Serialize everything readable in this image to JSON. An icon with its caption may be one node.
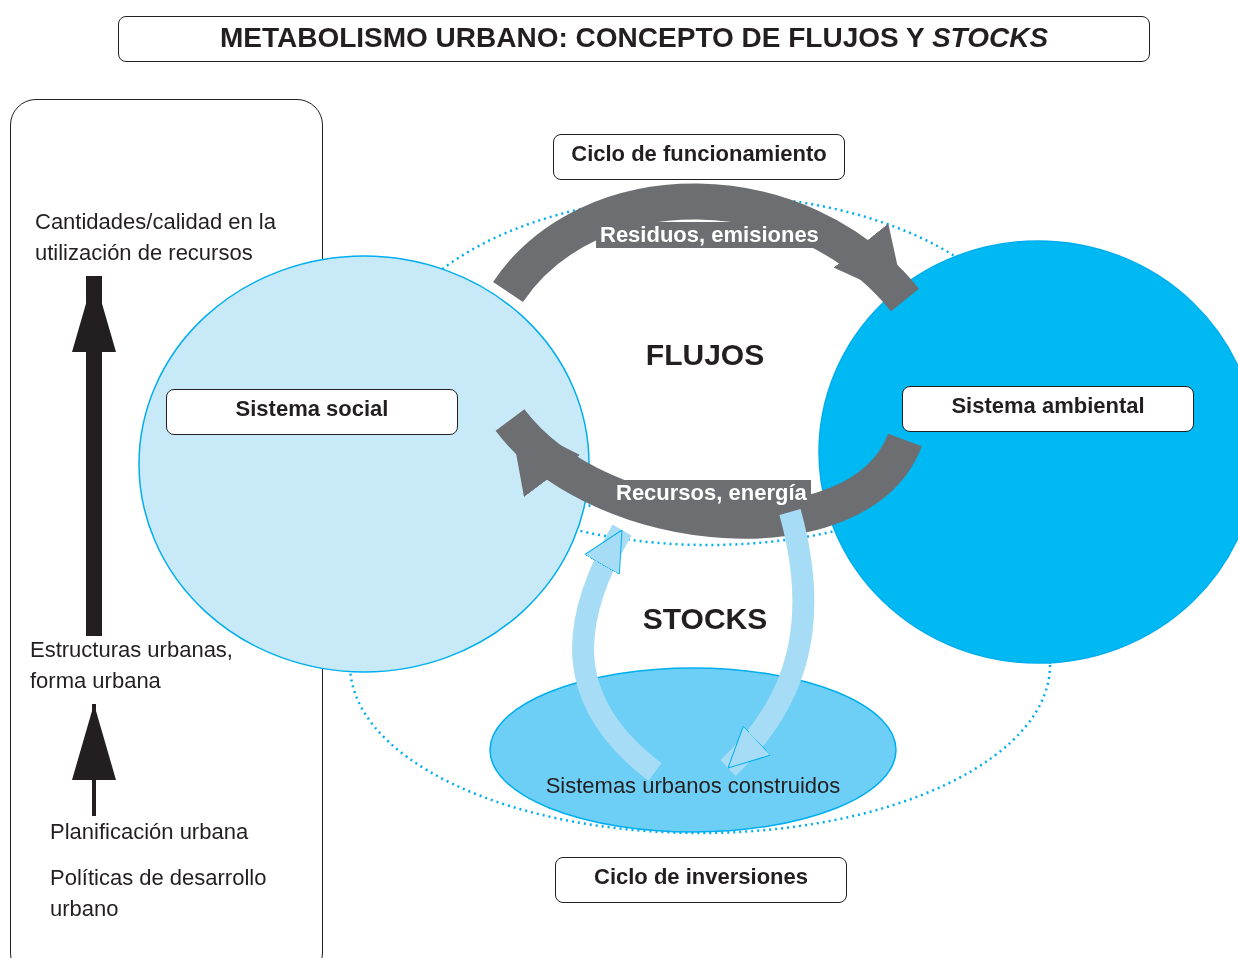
{
  "diagram": {
    "title": "METABOLISMO URBANO: CONCEPTO DE FLUJOS Y *STOCKS*",
    "nodes": [
      {
        "text": [],
        "shape": "box"
      },
      {
        "text": [
          "Cantidades/calidad en la utilización de recursos"
        ],
        "in": 0
      },
      {
        "text": [
          "Estructuras urbanas, forma urbana"
        ],
        "in": 0
      },
      {
        "text": [
          "Planificación urbana"
        ],
        "in": 0
      },
      {
        "text": [
          "Políticas de desarrollo urbano"
        ],
        "in": 0
      },
      {
        "text": [
          "Ciclo de funcionamiento"
        ]
      },
      {
        "text": [
          "Sistema social"
        ]
      },
      {
        "text": [
          "Sistema ambiental"
        ]
      },
      {
        "text": [
          "Sistemas urbanos construidos"
        ]
      },
      {
        "text": [
          "Ciclo de inversiones"
        ]
      }
    ],
    "edges": [
      {
        "from": 2,
        "to": 1,
        "arrow": "to"
      },
      {
        "from": 3,
        "to": 2,
        "arrow": "to"
      },
      {
        "from": 6,
        "to": 7,
        "arrow": "to",
        "label": "Residuos, emisiones",
        "color": "#6d6e71"
      },
      {
        "from": 7,
        "to": 6,
        "arrow": "to",
        "label": "Recursos, energía",
        "color": "#6d6e71"
      },
      {
        "from": 8,
        "to": 6,
        "arrow": "to",
        "color": "#a6dcf5"
      },
      {
        "from": 7,
        "to": 8,
        "arrow": "to",
        "color": "#a6dcf5"
      }
    ],
    "labels": [
      "FLUJOS",
      "STOCKS"
    ]
  }
}
